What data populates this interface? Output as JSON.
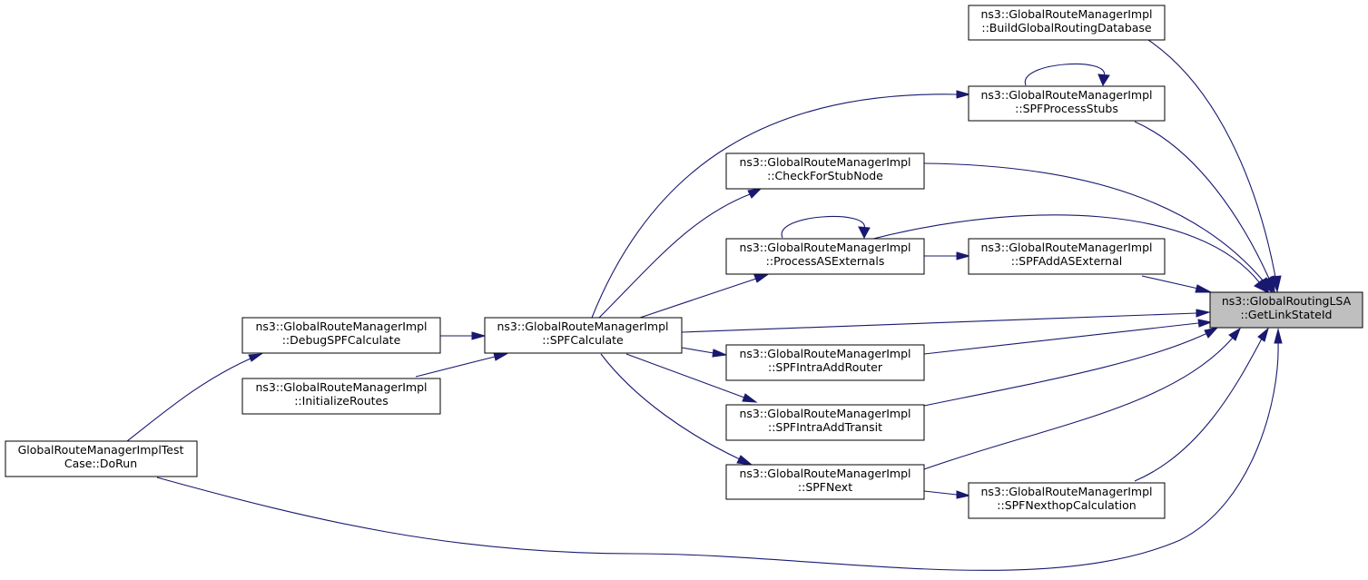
{
  "diagram": {
    "type": "call-graph",
    "colors": {
      "edge": "#191970",
      "node_border": "#000000",
      "focus_fill": "#bfbfbf",
      "node_fill": "#ffffff"
    },
    "nodes": {
      "build": {
        "line1": "ns3::GlobalRouteManagerImpl",
        "line2": "::BuildGlobalRoutingDatabase"
      },
      "stubs": {
        "line1": "ns3::GlobalRouteManagerImpl",
        "line2": "::SPFProcessStubs"
      },
      "checkstub": {
        "line1": "ns3::GlobalRouteManagerImpl",
        "line2": "::CheckForStubNode"
      },
      "procasext": {
        "line1": "ns3::GlobalRouteManagerImpl",
        "line2": "::ProcessASExternals"
      },
      "addasext": {
        "line1": "ns3::GlobalRouteManagerImpl",
        "line2": "::SPFAddASExternal"
      },
      "target": {
        "line1": "ns3::GlobalRoutingLSA",
        "line2": "::GetLinkStateId"
      },
      "debugspf": {
        "line1": "ns3::GlobalRouteManagerImpl",
        "line2": "::DebugSPFCalculate"
      },
      "spfcalc": {
        "line1": "ns3::GlobalRouteManagerImpl",
        "line2": "::SPFCalculate"
      },
      "introuter": {
        "line1": "ns3::GlobalRouteManagerImpl",
        "line2": "::SPFIntraAddRouter"
      },
      "inittroutes": {
        "line1": "ns3::GlobalRouteManagerImpl",
        "line2": "::InitializeRoutes"
      },
      "inttransit": {
        "line1": "ns3::GlobalRouteManagerImpl",
        "line2": "::SPFIntraAddTransit"
      },
      "testcase": {
        "line1": "GlobalRouteManagerImplTest",
        "line2": "Case::DoRun"
      },
      "spfnext": {
        "line1": "ns3::GlobalRouteManagerImpl",
        "line2": "::SPFNext"
      },
      "nexthop": {
        "line1": "ns3::GlobalRouteManagerImpl",
        "line2": "::SPFNexthopCalculation"
      }
    },
    "edges": [
      {
        "from": "build",
        "to": "target"
      },
      {
        "from": "stubs",
        "to": "target"
      },
      {
        "from": "stubs",
        "to": "stubs"
      },
      {
        "from": "checkstub",
        "to": "target"
      },
      {
        "from": "procasext",
        "to": "target"
      },
      {
        "from": "procasext",
        "to": "procasext"
      },
      {
        "from": "procasext",
        "to": "addasext"
      },
      {
        "from": "addasext",
        "to": "target"
      },
      {
        "from": "spfcalc",
        "to": "target"
      },
      {
        "from": "spfcalc",
        "to": "stubs"
      },
      {
        "from": "spfcalc",
        "to": "checkstub"
      },
      {
        "from": "spfcalc",
        "to": "procasext"
      },
      {
        "from": "spfcalc",
        "to": "introuter"
      },
      {
        "from": "spfcalc",
        "to": "inttransit"
      },
      {
        "from": "spfcalc",
        "to": "spfnext"
      },
      {
        "from": "introuter",
        "to": "target"
      },
      {
        "from": "inttransit",
        "to": "target"
      },
      {
        "from": "spfnext",
        "to": "target"
      },
      {
        "from": "spfnext",
        "to": "nexthop"
      },
      {
        "from": "nexthop",
        "to": "target"
      },
      {
        "from": "debugspf",
        "to": "spfcalc"
      },
      {
        "from": "inittroutes",
        "to": "spfcalc"
      },
      {
        "from": "testcase",
        "to": "debugspf"
      },
      {
        "from": "testcase",
        "to": "target"
      }
    ]
  }
}
